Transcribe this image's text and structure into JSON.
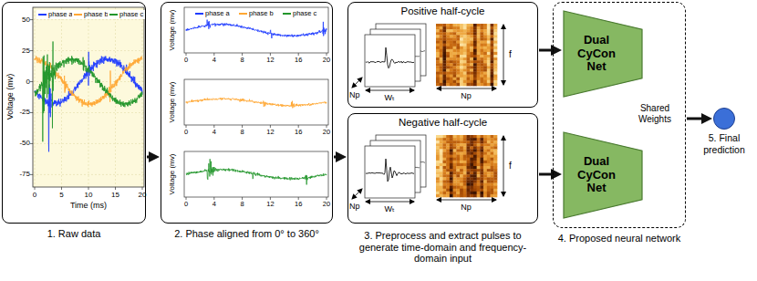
{
  "diagram": {
    "nodes": [
      {
        "text": [
          "1. Raw data"
        ]
      },
      {
        "text": [
          "2. Phase aligned from 0° to 360°"
        ]
      },
      {
        "text": [
          "Positive half-cycle"
        ]
      },
      {
        "text": [
          "Negative half-cycle"
        ]
      },
      {
        "text": [
          "4. Proposed neural network"
        ]
      },
      {
        "text": [
          "Dual CyCon Net"
        ],
        "in": 4
      },
      {
        "text": [
          "Dual CyCon Net"
        ],
        "in": 4
      },
      {
        "text": [
          "5. Final prediction"
        ]
      }
    ],
    "edges": [
      {
        "from": 0,
        "to": 1,
        "arrow": "to"
      },
      {
        "from": 1,
        "to": 3,
        "arrow": "to"
      },
      {
        "from": 2,
        "to": 5,
        "arrow": "to"
      },
      {
        "from": 3,
        "to": 6,
        "arrow": "to"
      },
      {
        "from": 4,
        "to": 7,
        "arrow": "to"
      }
    ],
    "labels": [
      "Voltage (mv)",
      "50",
      "25",
      "0",
      "-25",
      "-50",
      "-75",
      "0",
      "5",
      "10",
      "15",
      "20",
      "Time (ms)",
      "Voltage (mv)",
      "0",
      "4",
      "8",
      "12",
      "16",
      "20",
      "Voltage (mv)",
      "0",
      "4",
      "8",
      "12",
      "16",
      "20",
      "Voltage (mv)",
      "0",
      "4",
      "8",
      "12",
      "16",
      "20",
      "Np",
      "Wₜ",
      "Np",
      "f",
      "Np",
      "Wₜ",
      "Np",
      "f",
      "Shared Weights",
      "3. Preprocess and extract pulses to generate time-domain and frequency-domain input"
    ],
    "legend": [
      {
        "text": "phase a",
        "color": "#1f3cff"
      },
      {
        "text": "phase b",
        "color": "#ffa733"
      },
      {
        "text": "phase c",
        "color": "#22962b"
      },
      {
        "text": "phase a",
        "color": "#1f3cff"
      },
      {
        "text": "phase b",
        "color": "#ffa733"
      },
      {
        "text": "phase c",
        "color": "#22962b"
      }
    ]
  }
}
